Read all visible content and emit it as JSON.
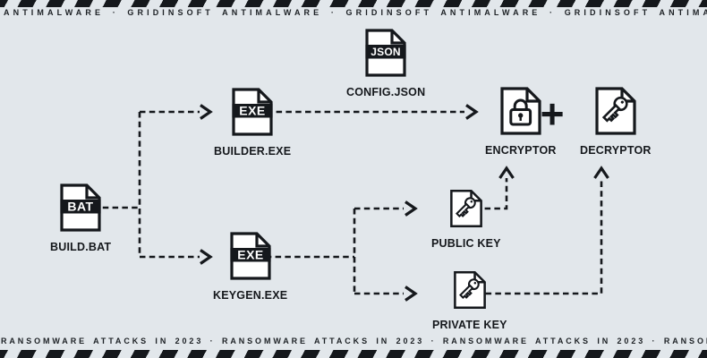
{
  "colors": {
    "background": "#e2e7eb",
    "ink": "#15181c",
    "paper": "#ffffff"
  },
  "banners": {
    "top": "ANTIMALWARE · GRIDINSOFT ANTIMALWARE · GRIDINSOFT ANTIMALWARE · GRIDINSOFT ANTIMALW",
    "bottom": "RANSOMWARE ATTACKS IN 2023 · RANSOMWARE ATTACKS IN 2023 · RANSOMWARE ATTACKS IN 2023 · RANSOMW"
  },
  "nodes": {
    "build_bat": {
      "badge": "BAT",
      "label": "BUILD.BAT"
    },
    "builder_exe": {
      "badge": "EXE",
      "label": "BUILDER.EXE"
    },
    "config_json": {
      "badge": "JSON",
      "label": "CONFIG.JSON"
    },
    "keygen_exe": {
      "badge": "EXE",
      "label": "KEYGEN.EXE"
    },
    "encryptor": {
      "label": "ENCRYPTOR",
      "icon": "padlock-icon"
    },
    "decryptor": {
      "label": "DECRYPTOR",
      "icon": "key-icon"
    },
    "public_key": {
      "label": "PUBLIC KEY",
      "icon": "key-icon"
    },
    "private_key": {
      "label": "PRIVATE KEY",
      "icon": "key-icon"
    }
  },
  "plus_sign": "+"
}
